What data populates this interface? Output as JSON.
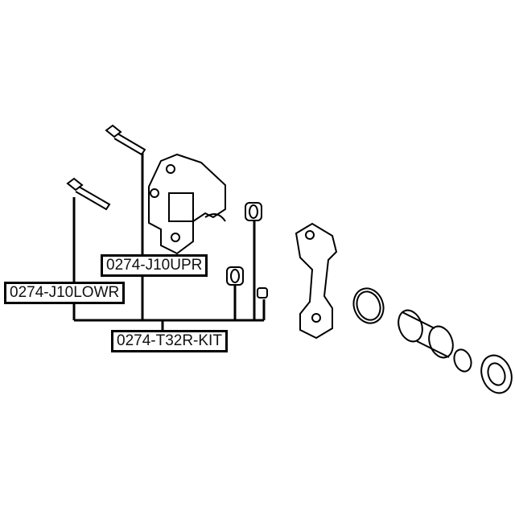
{
  "labels": {
    "upper_pin": "0274-J10UPR",
    "lower_pin": "0274-J10LOWR",
    "kit": "0274-T32R-KIT"
  }
}
